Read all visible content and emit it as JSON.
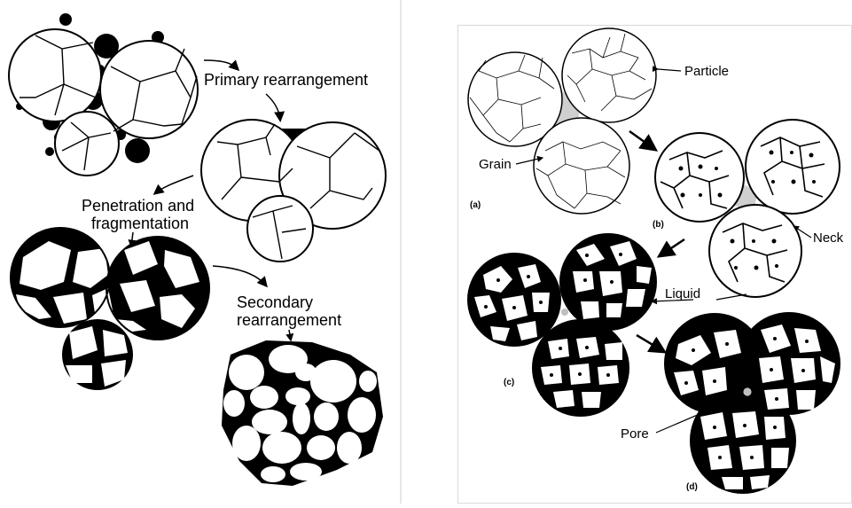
{
  "left_panel": {
    "labels": {
      "primary": "Primary rearrangement",
      "penetration_line1": "Penetration and",
      "penetration_line2": "fragmentation",
      "secondary_line1": "Secondary",
      "secondary_line2": "rearrangement"
    }
  },
  "right_panel": {
    "labels": {
      "particle": "Particle",
      "grain": "Grain",
      "neck": "Neck",
      "liquid": "Liquid",
      "pore": "Pore"
    },
    "stages": [
      "(a)",
      "(b)",
      "(c)",
      "(d)"
    ]
  },
  "colors": {
    "ink": "#000000",
    "background": "#ffffff",
    "divider": "#cccccc",
    "frame": "#d9d9d9",
    "pore_fill": "#bfbfbf"
  }
}
